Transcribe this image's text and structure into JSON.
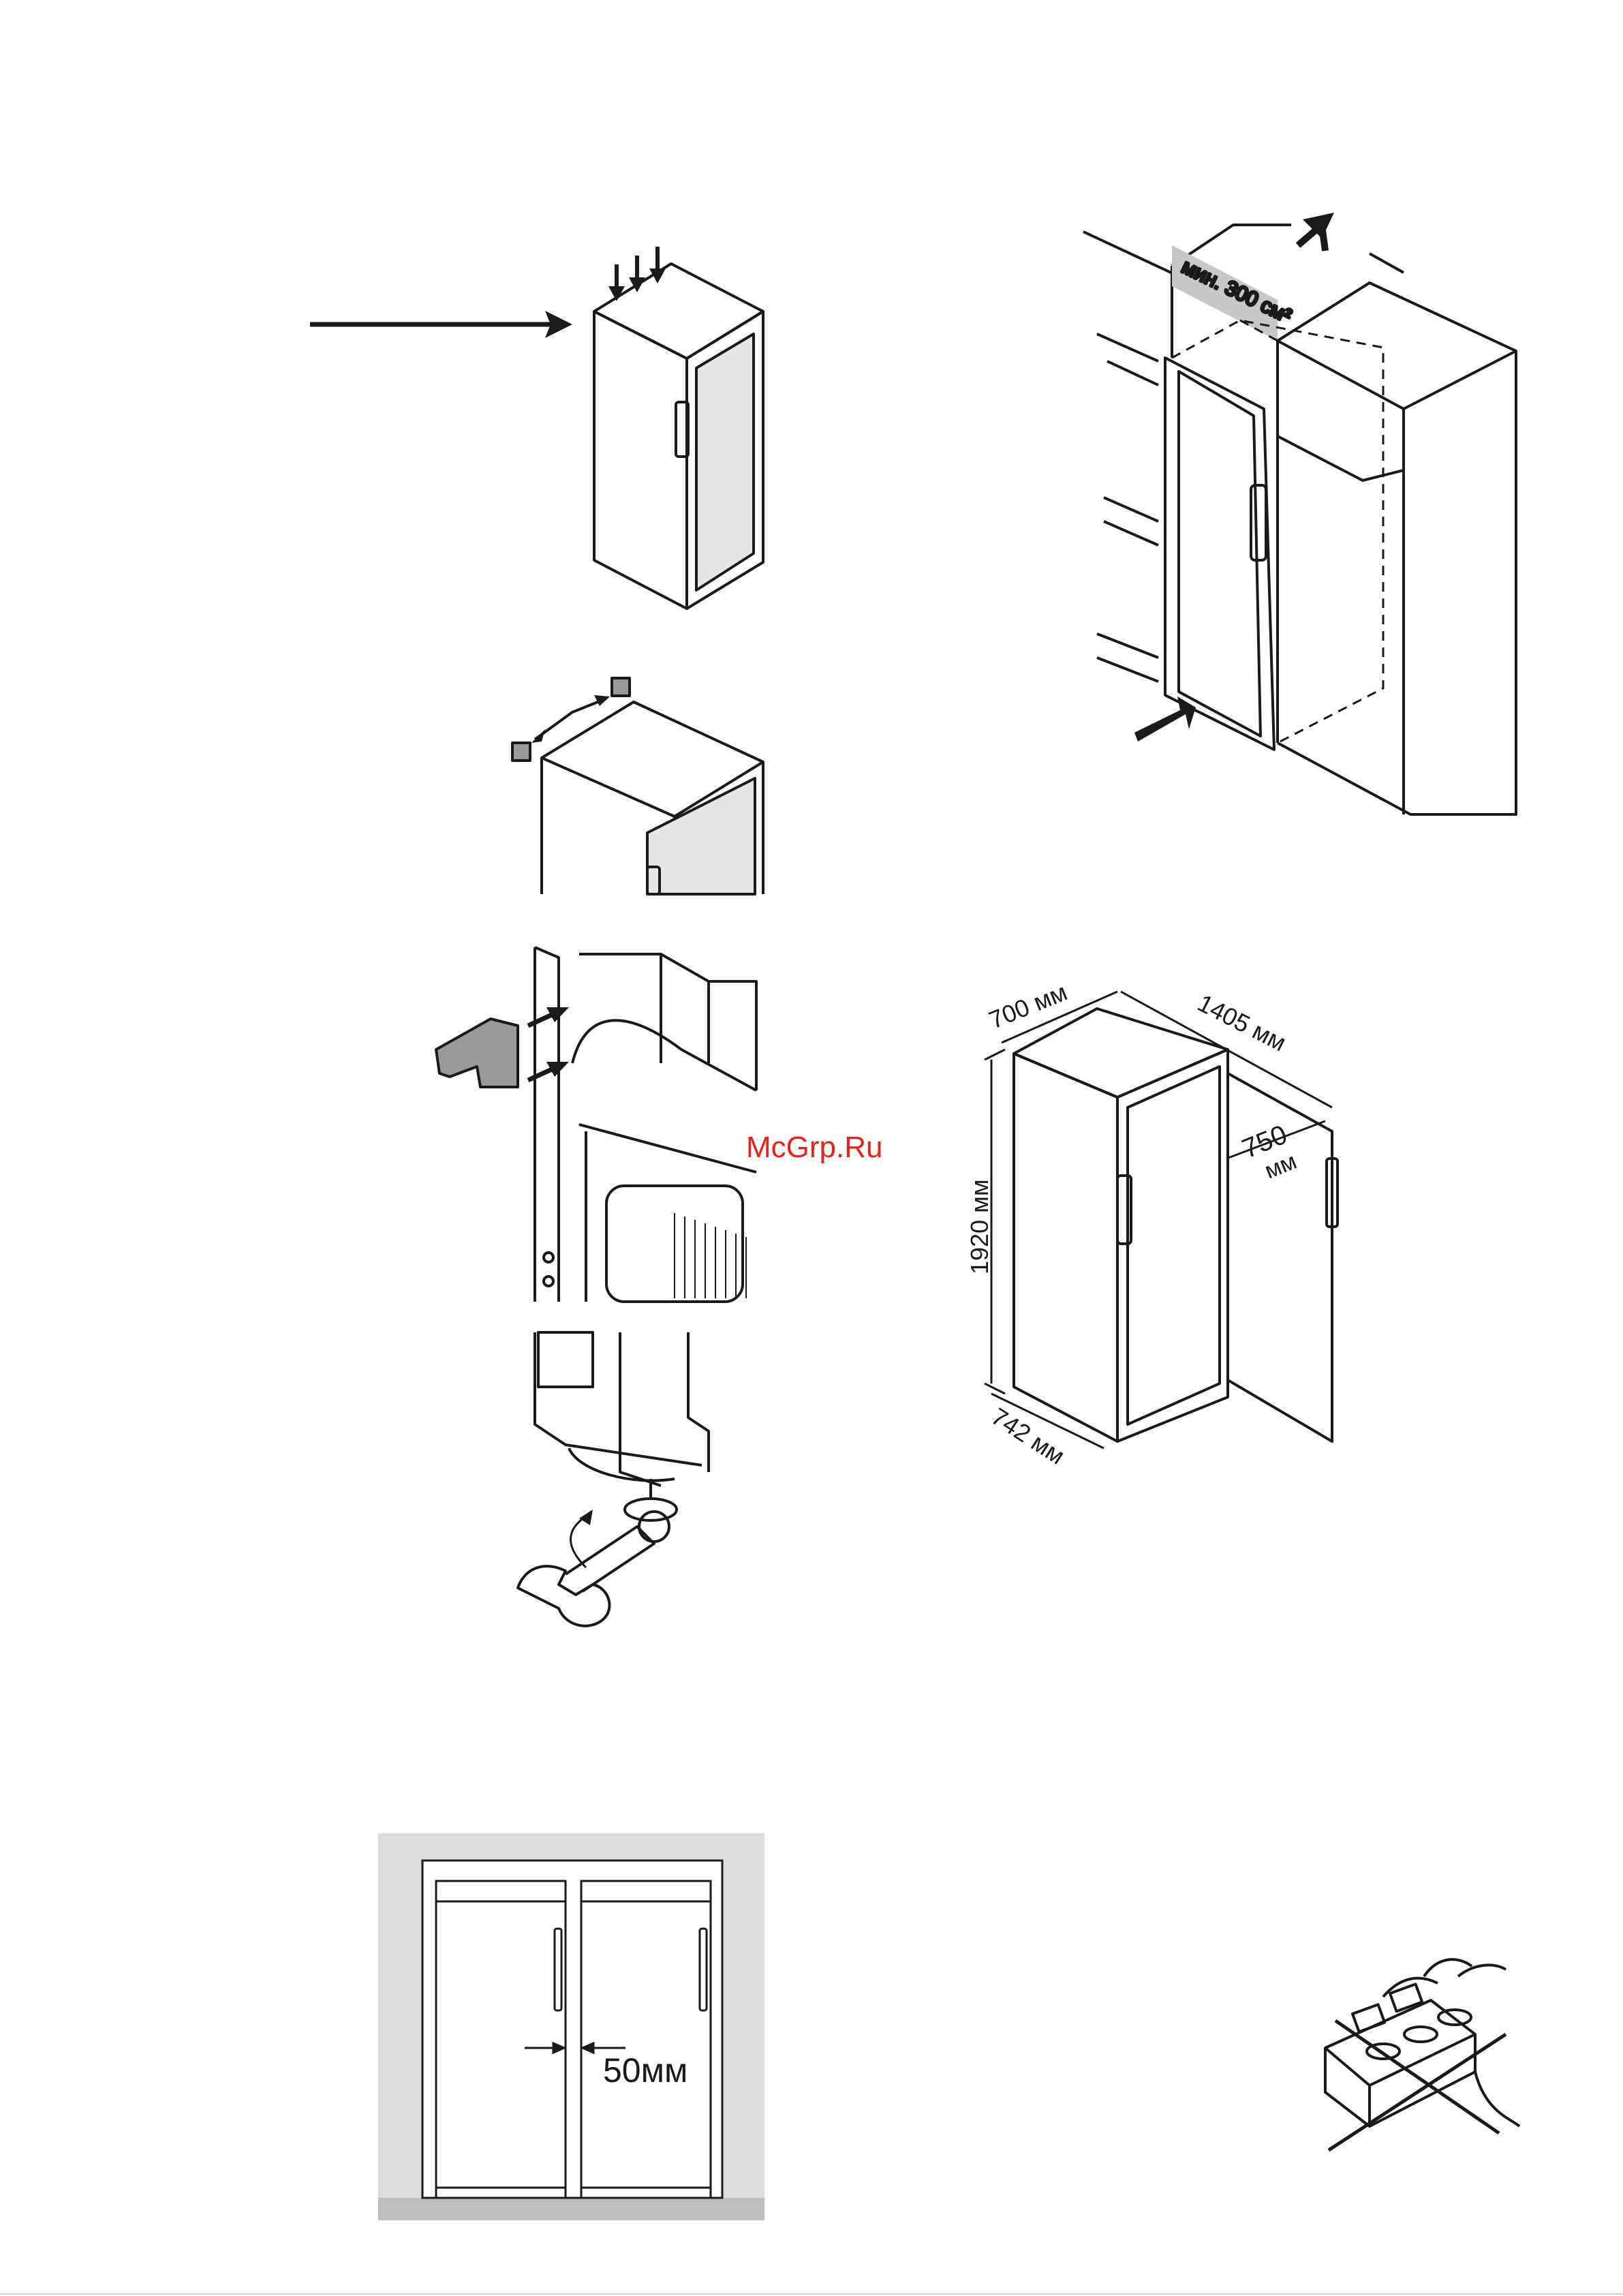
{
  "labels": {
    "min_clearance": "мин. 300 см²",
    "depth_700": "700 мм",
    "width_1405": "1405 мм",
    "door_750": "750",
    "door_750_unit": "мм",
    "height_1920": "1920 мм",
    "depth_742": "742 мм",
    "gap_50": "50мм"
  },
  "watermark": "McGrp.Ru",
  "colors": {
    "ink": "#1a1a1a",
    "wall_gray": "#dcdcdc",
    "floor_gray": "#bdbdbd",
    "label_band": "#c8c8c8",
    "watermark": "#e0261c"
  }
}
